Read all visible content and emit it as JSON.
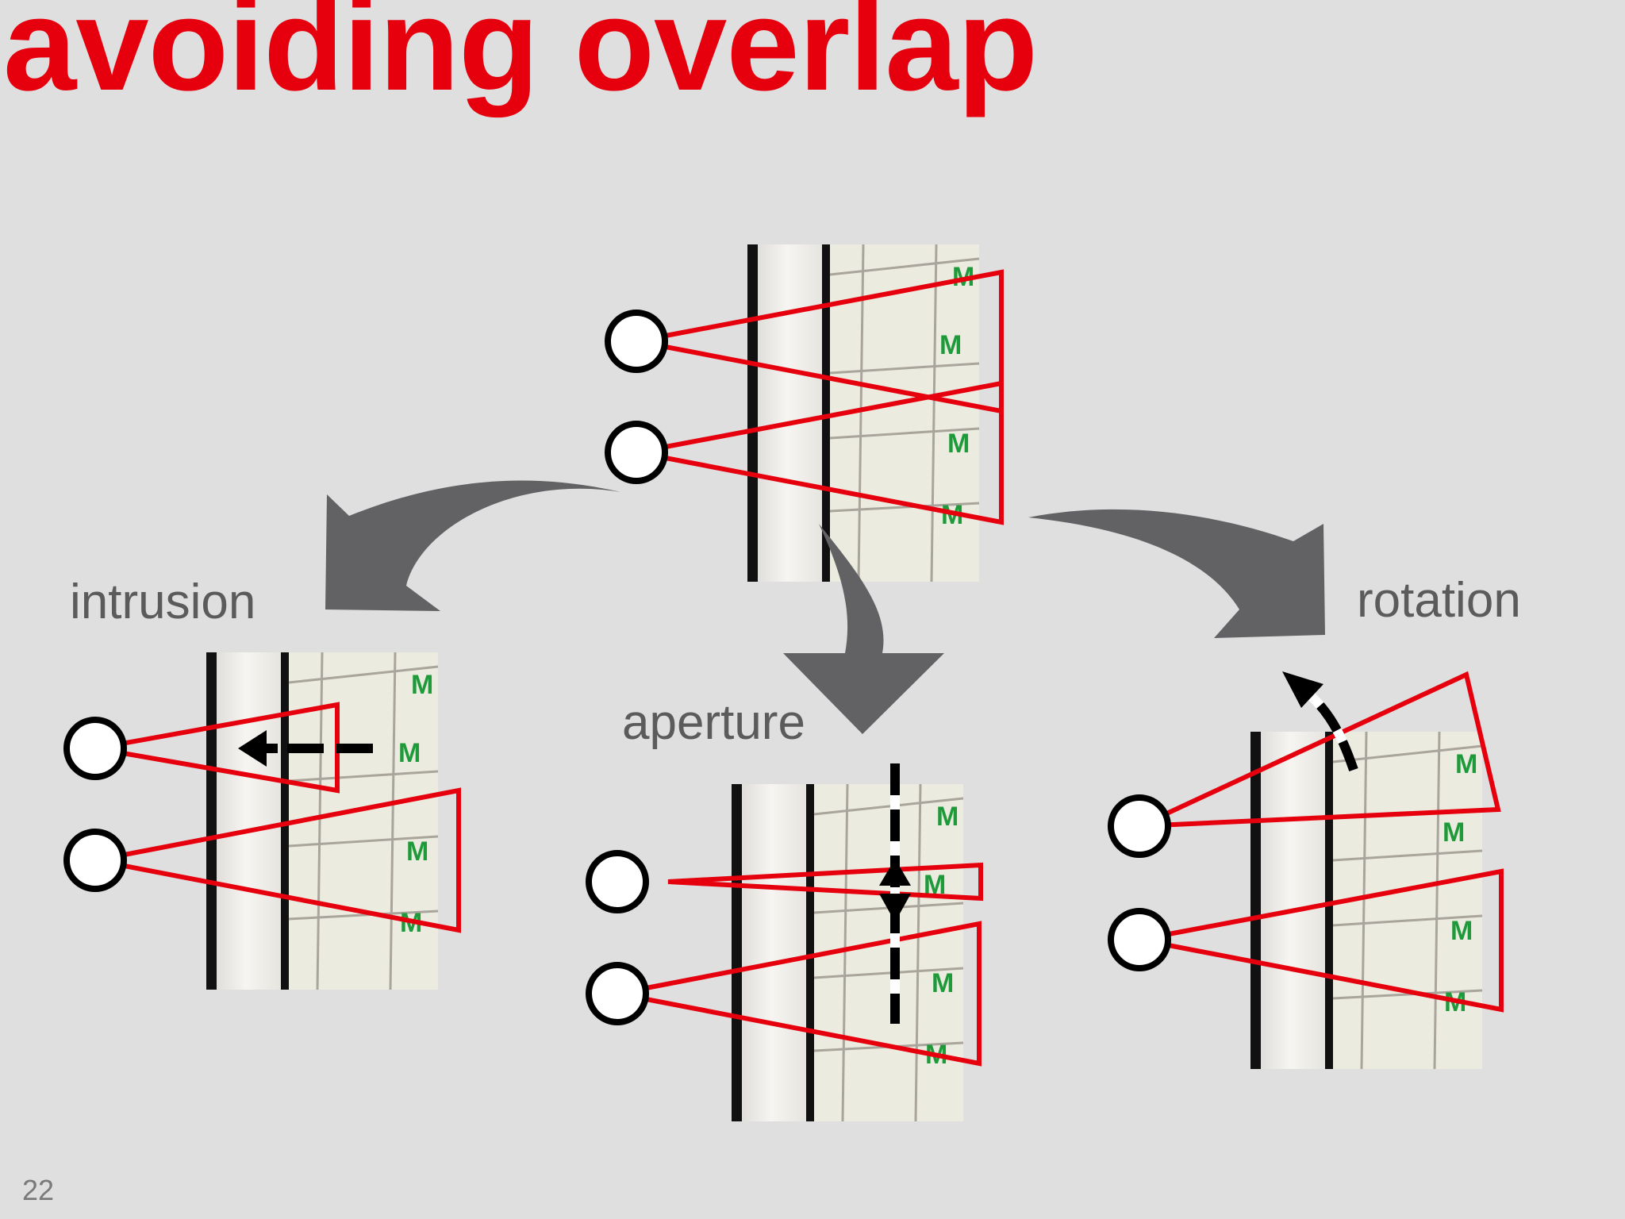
{
  "slide": {
    "title": "avoiding overlap",
    "page_number": "22"
  },
  "labels": {
    "intrusion": "intrusion",
    "aperture": "aperture",
    "rotation": "rotation"
  },
  "map_glyph": "M",
  "colors": {
    "title": "#e6000e",
    "cone": "#e6000e",
    "arrow": "#626163",
    "label": "#5b5b5b",
    "background": "#e0dfe0",
    "map": "#ecebdf",
    "map_text": "#1e9a3a"
  },
  "icons": [
    "sensor-circle-icon",
    "curved-arrow-icon",
    "dashed-direction-arrow-icon"
  ]
}
